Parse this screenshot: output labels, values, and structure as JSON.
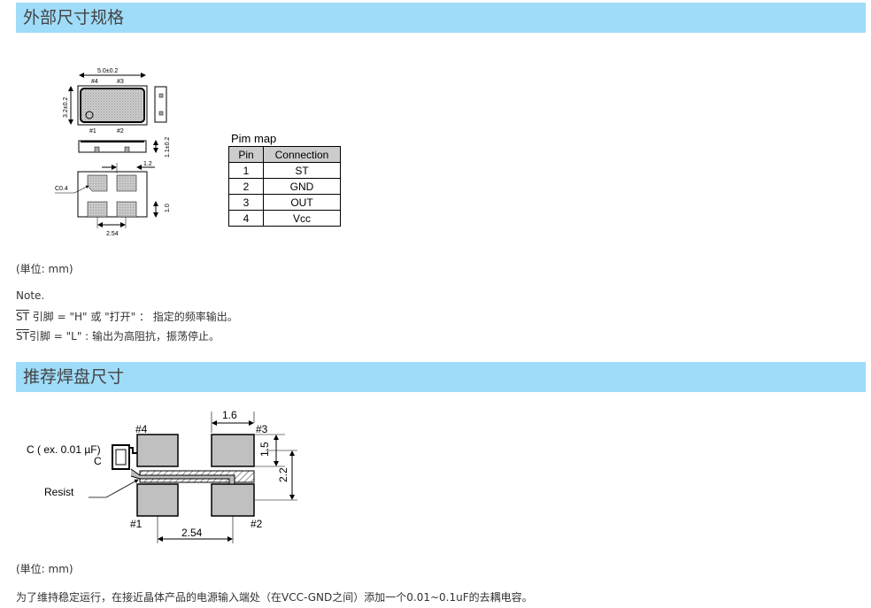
{
  "sections": [
    {
      "title": "外部尺寸规格"
    },
    {
      "title": "推荐焊盘尺寸"
    }
  ],
  "outline": {
    "width": "5.0±0.2",
    "height": "3.2±0.2",
    "thickness": "1.1±0.2",
    "pad_w": "1.2",
    "chamfer": "C0.4",
    "pad_h": "1.0",
    "pitch": "2.54",
    "pins": [
      "#1",
      "#2",
      "#3",
      "#4"
    ]
  },
  "pinmap": {
    "title": "Pim map",
    "headers": [
      "Pin",
      "Connection"
    ],
    "rows": [
      [
        "1",
        "ST"
      ],
      [
        "2",
        "GND"
      ],
      [
        "3",
        "OUT"
      ],
      [
        "4",
        "Vcc"
      ]
    ]
  },
  "unit1": "(単位: mm)",
  "note": {
    "title": "Note.",
    "line1_st": "ST",
    "line1": " 引脚 = \"H\" 或 \"打开\" ： 指定的频率输出。",
    "line2_st": "ST",
    "line2": "引脚 = \"L\" : 输出为高阻抗，振荡停止。"
  },
  "land": {
    "cap_label": "C ( ex. 0.01 µF)",
    "c": "C",
    "resist": "Resist",
    "dim_w": "1.6",
    "dim_h": "1.5",
    "dim_gap": "2.2",
    "pitch": "2.54",
    "pins": [
      "#1",
      "#2",
      "#3",
      "#4"
    ]
  },
  "unit2": "(単位: mm)",
  "footer": "为了维持稳定运行，在接近晶体产品的电源输入端处（在VCC-GND之间）添加一个0.01~0.1uF的去耦电容。"
}
